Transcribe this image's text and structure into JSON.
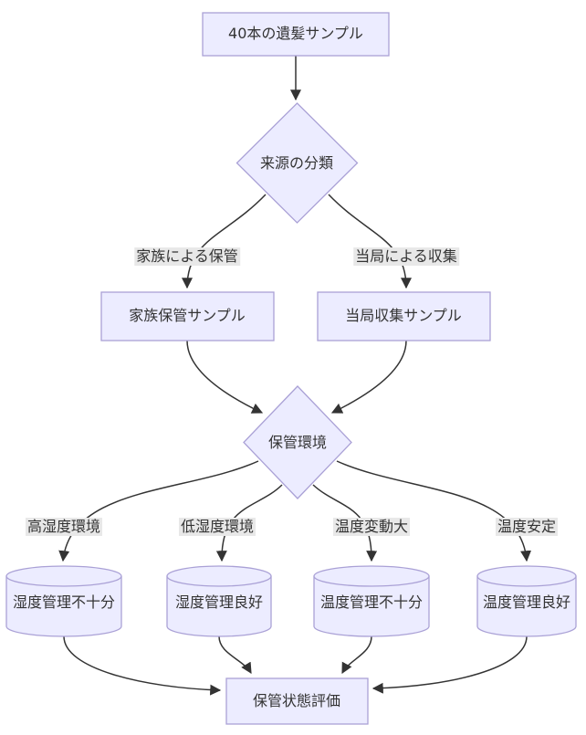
{
  "diagram": {
    "type": "flowchart",
    "colors": {
      "node_fill": "#ECECFF",
      "node_border": "#AAA1D6",
      "edge_line": "#333333",
      "edge_label_bg": "#E8E8E8",
      "text": "#333333",
      "background": "#FFFFFF"
    },
    "nodes": {
      "start": {
        "label": "40本の遺髪サンプル",
        "shape": "rect"
      },
      "source": {
        "label": "来源の分類",
        "shape": "diamond"
      },
      "family": {
        "label": "家族保管サンプル",
        "shape": "rect"
      },
      "authority": {
        "label": "当局収集サンプル",
        "shape": "rect"
      },
      "environment": {
        "label": "保管環境",
        "shape": "diamond"
      },
      "humidity_poor": {
        "label": "湿度管理不十分",
        "shape": "cylinder"
      },
      "humidity_good": {
        "label": "湿度管理良好",
        "shape": "cylinder"
      },
      "temperature_poor": {
        "label": "温度管理不十分",
        "shape": "cylinder"
      },
      "temperature_good": {
        "label": "温度管理良好",
        "shape": "cylinder"
      },
      "evaluation": {
        "label": "保管状態評価",
        "shape": "rect"
      }
    },
    "edge_labels": {
      "family_keep": "家族による保管",
      "authority_collect": "当局による収集",
      "high_humidity": "高湿度環境",
      "low_humidity": "低湿度環境",
      "temp_variation": "温度変動大",
      "temp_stable": "温度安定"
    },
    "edges": [
      {
        "from": "start",
        "to": "source",
        "label": ""
      },
      {
        "from": "source",
        "to": "family",
        "label": "家族による保管"
      },
      {
        "from": "source",
        "to": "authority",
        "label": "当局による収集"
      },
      {
        "from": "family",
        "to": "environment",
        "label": ""
      },
      {
        "from": "authority",
        "to": "environment",
        "label": ""
      },
      {
        "from": "environment",
        "to": "humidity_poor",
        "label": "高湿度環境"
      },
      {
        "from": "environment",
        "to": "humidity_good",
        "label": "低湿度環境"
      },
      {
        "from": "environment",
        "to": "temperature_poor",
        "label": "温度変動大"
      },
      {
        "from": "environment",
        "to": "temperature_good",
        "label": "温度安定"
      },
      {
        "from": "humidity_poor",
        "to": "evaluation",
        "label": ""
      },
      {
        "from": "humidity_good",
        "to": "evaluation",
        "label": ""
      },
      {
        "from": "temperature_poor",
        "to": "evaluation",
        "label": ""
      },
      {
        "from": "temperature_good",
        "to": "evaluation",
        "label": ""
      }
    ]
  }
}
